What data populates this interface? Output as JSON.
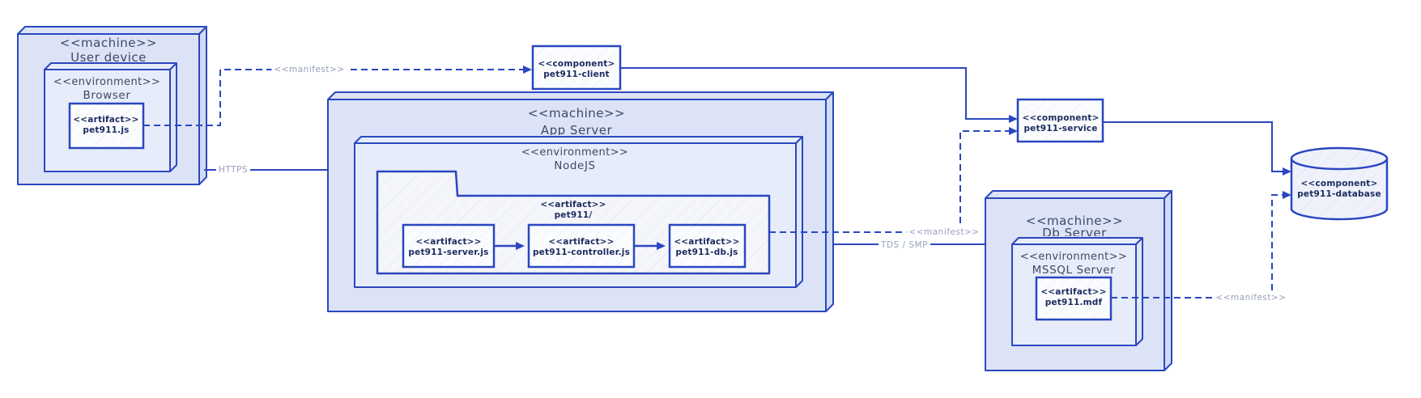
{
  "nodes": {
    "user_device": {
      "stereotype": "<<machine>>",
      "name": "User device"
    },
    "browser": {
      "stereotype": "<<environment>>",
      "name": "Browser"
    },
    "pet911_js": {
      "stereotype": "<<artifact>>",
      "name": "pet911.js"
    },
    "pet911_client": {
      "stereotype": "<<component>",
      "name": "pet911-client"
    },
    "app_server": {
      "stereotype": "<<machine>>",
      "name": "App Server"
    },
    "nodejs": {
      "stereotype": "<<environment>>",
      "name": "NodeJS"
    },
    "pet911_folder": {
      "stereotype": "<<artifact>>",
      "name": "pet911/"
    },
    "pet911_server_js": {
      "stereotype": "<<artifact>>",
      "name": "pet911-server.js"
    },
    "pet911_ctrl_js": {
      "stereotype": "<<artifact>>",
      "name": "pet911-controller.js"
    },
    "pet911_db_js": {
      "stereotype": "<<artifact>>",
      "name": "pet911-db.js"
    },
    "pet911_service": {
      "stereotype": "<<component>",
      "name": "pet911-service"
    },
    "db_server": {
      "stereotype": "<<machine>>",
      "name": "Db Server"
    },
    "mssql": {
      "stereotype": "<<environment>>",
      "name": "MSSQL Server"
    },
    "pet911_mdf": {
      "stereotype": "<<artifact>>",
      "name": "pet911.mdf"
    },
    "pet911_database": {
      "stereotype": "<<component>",
      "name": "pet911-database"
    }
  },
  "edge_labels": {
    "client_manifest": "<<manifest>>",
    "https": "HTTPS",
    "service_manifest": "<<manifest>>",
    "tds_smp": "TDS / SMP",
    "database_manifest": "<<manifest>>"
  },
  "colors": {
    "stroke": "#2a47c0",
    "machine_fill": "#dce3f7",
    "env_fill": "#e7ecfa",
    "artifact_fill": "#fbfcfe",
    "folder_fill": "#f5f6fa",
    "cylinder_fill": "#eff2fb",
    "title_text": "#3f4965",
    "node_text": "#1b2b5e",
    "edge_label_text": "#96a1b9"
  }
}
